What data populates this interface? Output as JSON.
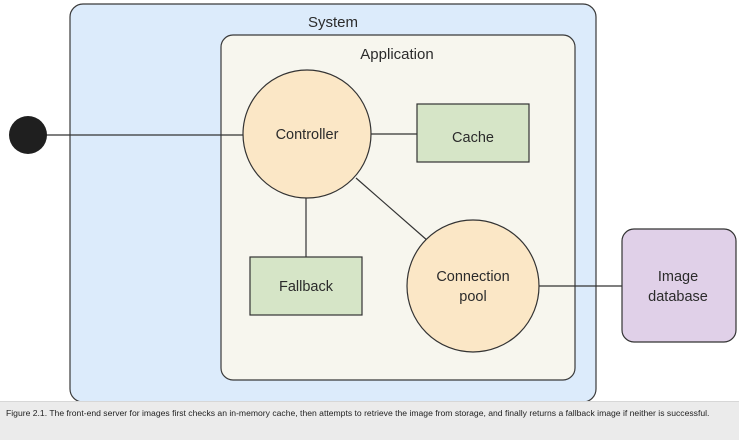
{
  "diagram": {
    "system_label": "System",
    "application_label": "Application",
    "nodes": {
      "controller": "Controller",
      "cache": "Cache",
      "fallback": "Fallback",
      "connection_pool_line1": "Connection",
      "connection_pool_line2": "pool",
      "image_database_line1": "Image",
      "image_database_line2": "database"
    },
    "colors": {
      "system_fill": "#dcebfb",
      "application_fill": "#f7f6ee",
      "circle_fill": "#fbe7c6",
      "rect_fill": "#d6e5c7",
      "database_fill": "#e0d0e8",
      "entry_dot": "#1f1f1f"
    }
  },
  "caption": {
    "text": "Figure 2.1. The front-end server for images first checks an in-memory cache, then attempts to retrieve the image from storage, and finally returns a fallback image if neither is successful."
  }
}
